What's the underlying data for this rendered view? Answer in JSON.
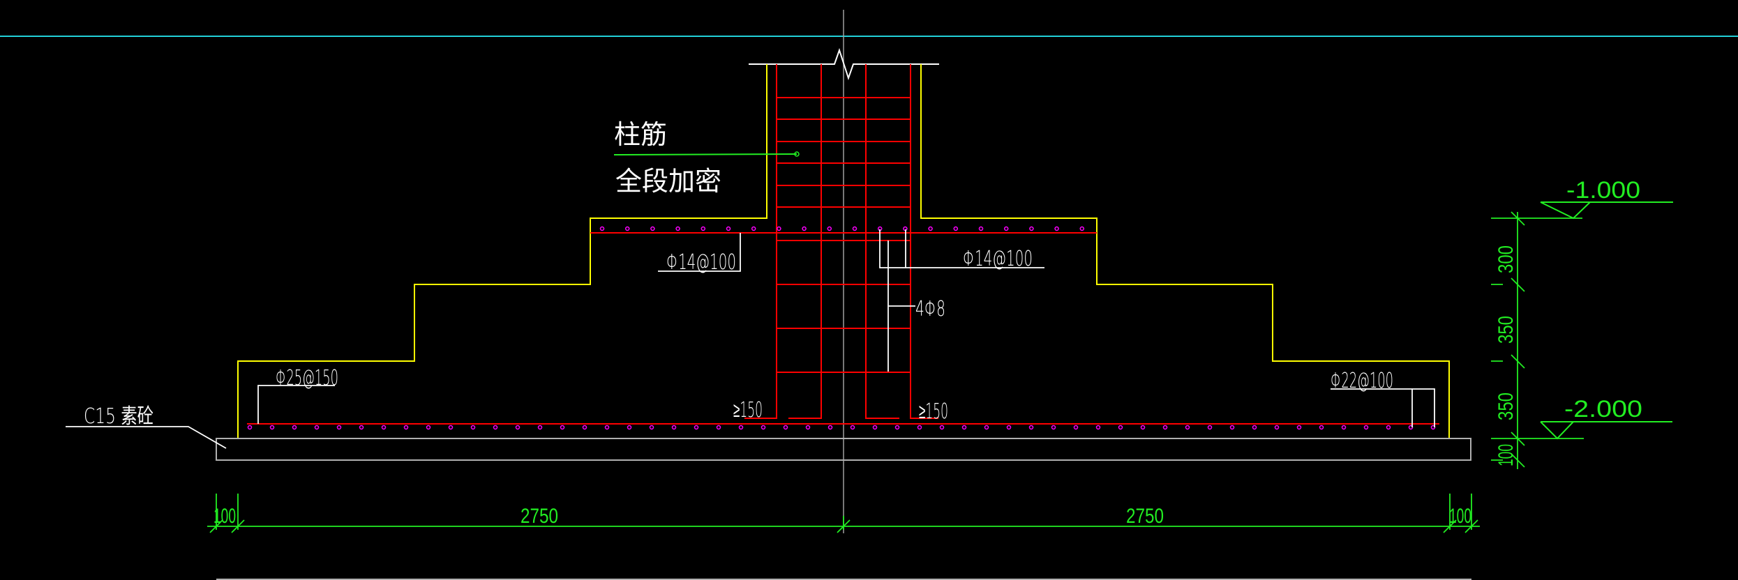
{
  "drawing": {
    "type": "stepped foundation section",
    "background": "#000000",
    "colors": {
      "outline": "#ffff00",
      "rebar": "#ff0000",
      "rebar_dots": "#ff00ff",
      "dimension": "#22ee22",
      "annotation": "#ffffff",
      "cushion": "#b0b0b0",
      "centerline": "#a0a0a0",
      "reference_line": "#22d0d8"
    }
  },
  "labels": {
    "column_rebar": "柱筋",
    "full_densify": "全段加密",
    "top_mesh_left": "Φ14@100",
    "top_mesh_right": "Φ14@100",
    "column_stirrup": "4Φ8",
    "bottom_mesh_left": "Φ25@150",
    "bottom_mesh_right": "Φ22@100",
    "anchor_left": "≥150",
    "anchor_right": "≥150",
    "cushion": "C15 素砼"
  },
  "elevations": [
    {
      "id": "top",
      "value": "-1.000"
    },
    {
      "id": "bottom",
      "value": "-2.000"
    }
  ],
  "dimensions": {
    "horizontal": [
      "100",
      "2750",
      "2750",
      "100"
    ],
    "vertical": [
      "300",
      "350",
      "350",
      "100"
    ]
  }
}
